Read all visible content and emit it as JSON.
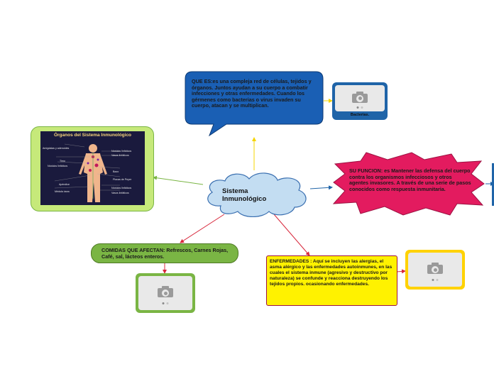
{
  "center": {
    "title": "Sistema\nInmunológico"
  },
  "que_es": {
    "text": "QUE ES:es una compleja red de células, tejidos y órganos. Juntos ayudan a su cuerpo a combatir infecciones y otras enfermedades. Cuando los gérmenes como bacterias o virus invaden su cuerpo, atacan y se multiplican."
  },
  "bacterias": {
    "caption": "Bacterias."
  },
  "su_funcion": {
    "text": "SU FUNCION: es Mantener las defensa del cuerpo contra los organismos infecciosos y otros agentes invasores. A través de una serie de pasos conocidos como respuesta inmunitaria."
  },
  "comidas": {
    "text": "COMIDAS QUE AFECTAN: Refrescos, Carnes Rojas, Café, sal, lácteos enteros."
  },
  "enfermedades": {
    "text": "ENFERMEDADES :  Aquí se incluyen las alergias, el asma alérgico y las enfermedades autoinmunes, en las cuales el sistema inmune (agresivo y destructivo por naturaleza) se confunde y reacciona destruyendo los tejidos propios. ocasionando enfermedades."
  },
  "organos": {
    "title": "Órganos del Sistema Inmunológico",
    "left_labels": [
      "Amígdalas y adenoides",
      "Timo",
      "Nódulos linfáticos",
      "Apéndice",
      "Médula ósea"
    ],
    "right_labels": [
      "Nódulos linfáticos",
      "Vasos linfáticos",
      "Bazo",
      "Placas de Peyer",
      "Nódulos linfáticos",
      "Vasos linfáticos"
    ]
  },
  "colors": {
    "que_es_bg": "#1a5fb4",
    "center_bg": "#c3ddf2",
    "funcion_bg": "#e31b5f",
    "comidas_bg": "#7ab544",
    "enfermedades_bg": "#fff200",
    "image_frame_blue": "#1f64a8",
    "image_frame_green": "#7ab544",
    "image_frame_yellow": "#ffd200"
  }
}
